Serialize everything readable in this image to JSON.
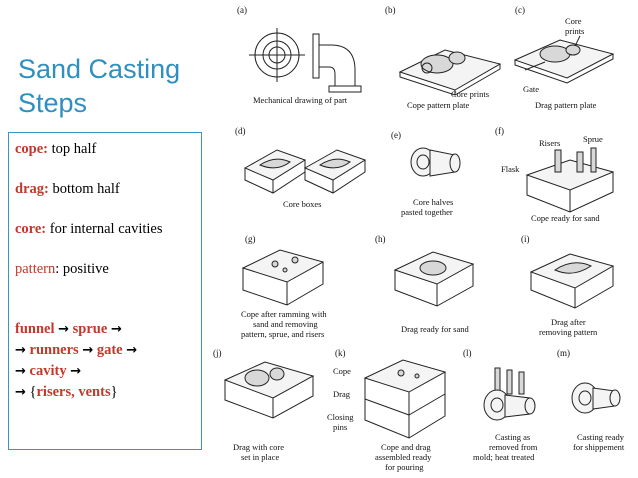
{
  "slide": {
    "title_line1": "Sand Casting",
    "title_line2": "Steps"
  },
  "definitions": {
    "cope_term": "cope:",
    "cope_def": " top half",
    "drag_term": "drag:",
    "drag_def": " bottom half",
    "core_term": "core:",
    "core_def": " for internal cavities",
    "pattern_term": "pattern",
    "pattern_def": ": positive"
  },
  "flow": {
    "funnel": "funnel",
    "sprue": "sprue",
    "runners": "runners",
    "gate": "gate",
    "cavity": "cavity",
    "open_brace": "{",
    "risers_vents": "risers, vents",
    "close_brace": "}",
    "arrow": "→"
  },
  "figure": {
    "panels": [
      {
        "letter": "(a)",
        "caption": "Mechanical drawing of part"
      },
      {
        "letter": "(b)",
        "caption": "Cope pattern plate"
      },
      {
        "letter": "(c)",
        "caption": "Drag pattern plate"
      },
      {
        "letter": "(d)",
        "caption": "Core boxes"
      },
      {
        "letter": "(e)",
        "caption_line1": "Core halves",
        "caption_line2": "pasted together"
      },
      {
        "letter": "(f)",
        "caption": "Cope ready for sand"
      },
      {
        "letter": "(g)",
        "caption_line1": "Cope after ramming with",
        "caption_line2": "sand and removing",
        "caption_line3": "pattern, sprue, and risers"
      },
      {
        "letter": "(h)",
        "caption": "Drag ready for sand"
      },
      {
        "letter": "(i)",
        "caption_line1": "Drag after",
        "caption_line2": "removing pattern"
      },
      {
        "letter": "(j)",
        "caption_line1": "Drag with core",
        "caption_line2": "set in place"
      },
      {
        "letter": "(k)",
        "caption_line1": "Cope and drag",
        "caption_line2": "assembled ready",
        "caption_line3": "for pouring"
      },
      {
        "letter": "(l)",
        "caption_line1": "Casting as",
        "caption_line2": "removed from",
        "caption_line3": "mold; heat treated"
      },
      {
        "letter": "(m)",
        "caption_line1": "Casting ready",
        "caption_line2": "for shippement"
      }
    ],
    "callouts": {
      "core_prints_b": "Core prints",
      "core_prints_c": "Core",
      "core_prints_c2": "prints",
      "gate": "Gate",
      "risers": "Risers",
      "sprue": "Sprue",
      "flask": "Flask",
      "cope": "Cope",
      "drag": "Drag",
      "closing_pins_1": "Closing",
      "closing_pins_2": "pins"
    }
  }
}
